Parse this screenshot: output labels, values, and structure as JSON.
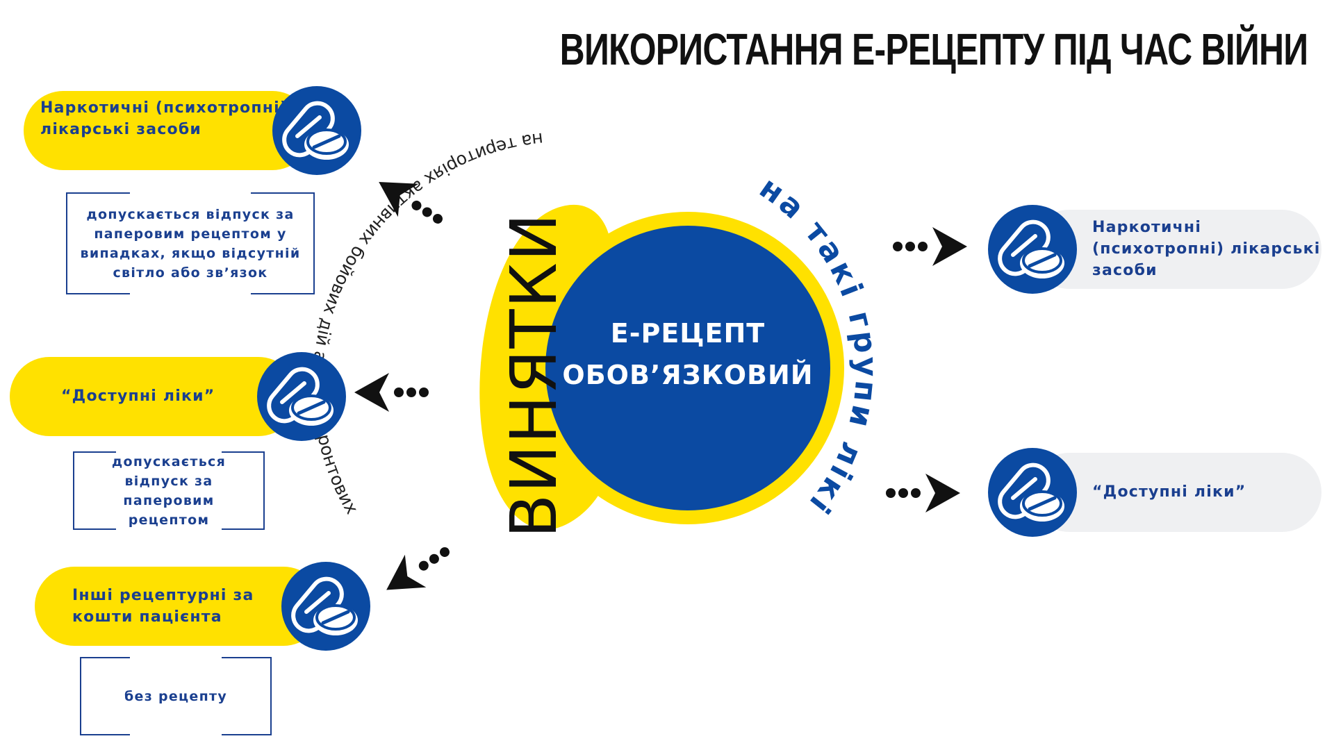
{
  "title": "ВИКОРИСТАННЯ Е-РЕЦЕПТУ ПІД ЧАС ВІЙНИ",
  "center": {
    "line1": "Е-РЕЦЕПТ",
    "line2": "ОБОВ’ЯЗКОВИЙ"
  },
  "exceptions_label": "ВИНЯТКИ",
  "arc_top_label": "на такі групи ліків",
  "arc_left_label": "на територіях активних бойових дій або прифронтових",
  "left_items": [
    {
      "label": "Наркотичні (психотропні) лікарські засоби",
      "note": "допускається відпуск за паперовим рецептом у випадках, якщо відсутній світло або зв’язок"
    },
    {
      "label": "“Доступні ліки”",
      "note": "допускається відпуск за паперовим рецептом"
    },
    {
      "label": "Інші рецептурні за кошти пацієнта",
      "note": "без рецепту"
    }
  ],
  "right_items": [
    {
      "label": "Наркотичні (психотропні) лікарські засоби"
    },
    {
      "label": "“Доступні ліки”"
    }
  ],
  "icons": {
    "pill": "pill-capsule-icon",
    "arrow": "dotted-arrow-icon"
  },
  "colors": {
    "yellow": "#FFE100",
    "blue": "#0B4AA2",
    "gray": "#EFF0F2",
    "text_blue": "#1A3F8F"
  }
}
